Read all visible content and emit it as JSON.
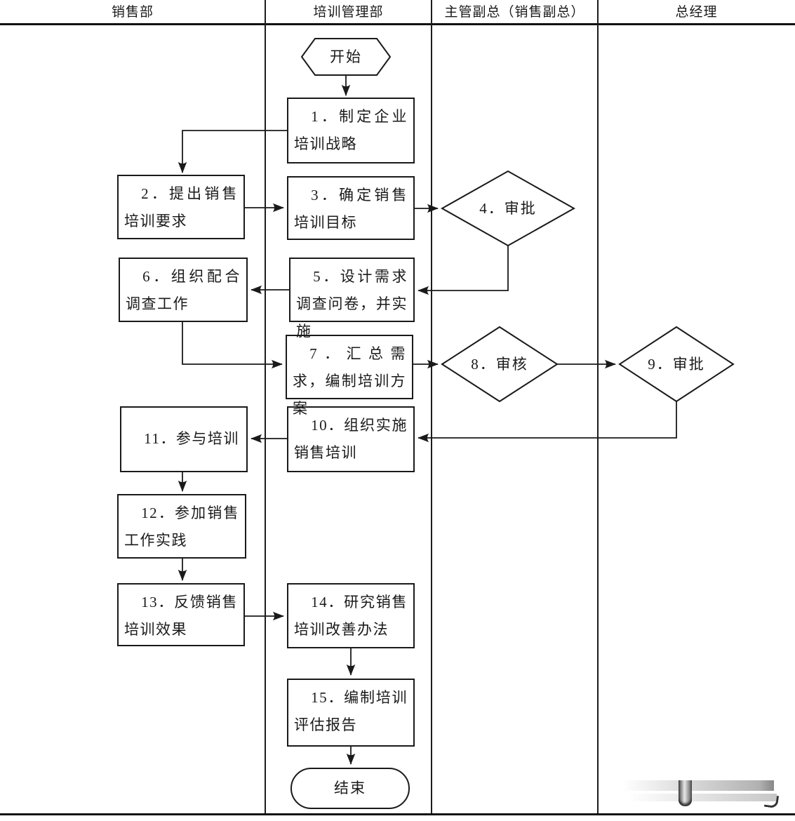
{
  "lanes": [
    {
      "label": "销售部"
    },
    {
      "label": "培训管理部"
    },
    {
      "label": "主管副总（销售副总）"
    },
    {
      "label": "总经理"
    }
  ],
  "nodes": [
    {
      "id": "start",
      "shape": "hexagon",
      "lane": "培训管理部",
      "label": "开始"
    },
    {
      "id": "step-1",
      "shape": "process",
      "lane": "培训管理部",
      "label": "1．制定企业培训战略"
    },
    {
      "id": "step-2",
      "shape": "process",
      "lane": "销售部",
      "label": "2．提出销售培训要求"
    },
    {
      "id": "step-3",
      "shape": "process",
      "lane": "培训管理部",
      "label": "3．确定销售培训目标"
    },
    {
      "id": "step-4",
      "shape": "decision",
      "lane": "主管副总（销售副总）",
      "label": "4．审批"
    },
    {
      "id": "step-5",
      "shape": "process",
      "lane": "培训管理部",
      "label": "5．设计需求调查问卷，并实施"
    },
    {
      "id": "step-6",
      "shape": "process",
      "lane": "销售部",
      "label": "6．组织配合调查工作"
    },
    {
      "id": "step-7",
      "shape": "process",
      "lane": "培训管理部",
      "label": "7．汇总需求，编制培训方案"
    },
    {
      "id": "step-8",
      "shape": "decision",
      "lane": "主管副总（销售副总）",
      "label": "8．审核"
    },
    {
      "id": "step-9",
      "shape": "decision",
      "lane": "总经理",
      "label": "9．审批"
    },
    {
      "id": "step-10",
      "shape": "process",
      "lane": "培训管理部",
      "label": "10．组织实施销售培训"
    },
    {
      "id": "step-11",
      "shape": "process",
      "lane": "销售部",
      "label": "11．参与培训"
    },
    {
      "id": "step-12",
      "shape": "process",
      "lane": "销售部",
      "label": "12．参加销售工作实践"
    },
    {
      "id": "step-13",
      "shape": "process",
      "lane": "销售部",
      "label": "13．反馈销售培训效果"
    },
    {
      "id": "step-14",
      "shape": "process",
      "lane": "培训管理部",
      "label": "14．研究销售培训改善办法"
    },
    {
      "id": "step-15",
      "shape": "process",
      "lane": "培训管理部",
      "label": "15．编制培训评估报告"
    },
    {
      "id": "end",
      "shape": "terminator",
      "lane": "培训管理部",
      "label": "结束"
    }
  ],
  "edges": [
    {
      "from": "start",
      "to": "step-1"
    },
    {
      "from": "step-1",
      "to": "step-2"
    },
    {
      "from": "step-2",
      "to": "step-3"
    },
    {
      "from": "step-3",
      "to": "step-4"
    },
    {
      "from": "step-4",
      "to": "step-5"
    },
    {
      "from": "step-5",
      "to": "step-6"
    },
    {
      "from": "step-6",
      "to": "step-7"
    },
    {
      "from": "step-7",
      "to": "step-8"
    },
    {
      "from": "step-8",
      "to": "step-9"
    },
    {
      "from": "step-9",
      "to": "step-10"
    },
    {
      "from": "step-10",
      "to": "step-11"
    },
    {
      "from": "step-11",
      "to": "step-12"
    },
    {
      "from": "step-12",
      "to": "step-13"
    },
    {
      "from": "step-13",
      "to": "step-14"
    },
    {
      "from": "step-14",
      "to": "step-15"
    },
    {
      "from": "step-15",
      "to": "end"
    }
  ],
  "colors": {
    "line": "#1a1a1a",
    "background": "#ffffff",
    "text": "#1a1a1a"
  }
}
